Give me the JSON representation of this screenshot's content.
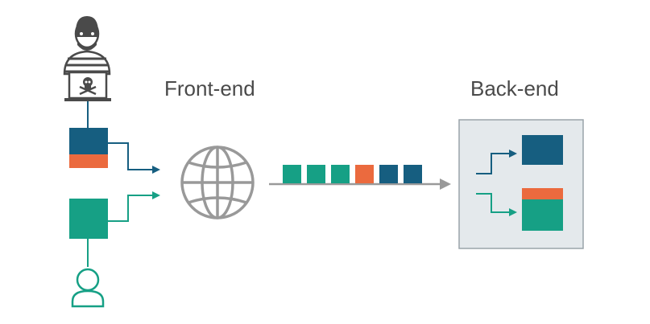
{
  "labels": {
    "frontend": "Front-end",
    "backend": "Back-end"
  },
  "colors": {
    "dark_blue": "#165E80",
    "teal": "#16A085",
    "orange": "#EB6A3E",
    "gray": "#999999",
    "dark_gray": "#4a4a4a",
    "panel_fill": "#E4E9EC",
    "panel_stroke": "#9AA4AA"
  },
  "icons": {
    "attacker": "hacker-with-skull-laptop-icon",
    "user": "user-icon",
    "network": "globe-icon"
  },
  "queue": [
    "teal",
    "teal",
    "teal",
    "orange",
    "dark_blue",
    "dark_blue"
  ]
}
